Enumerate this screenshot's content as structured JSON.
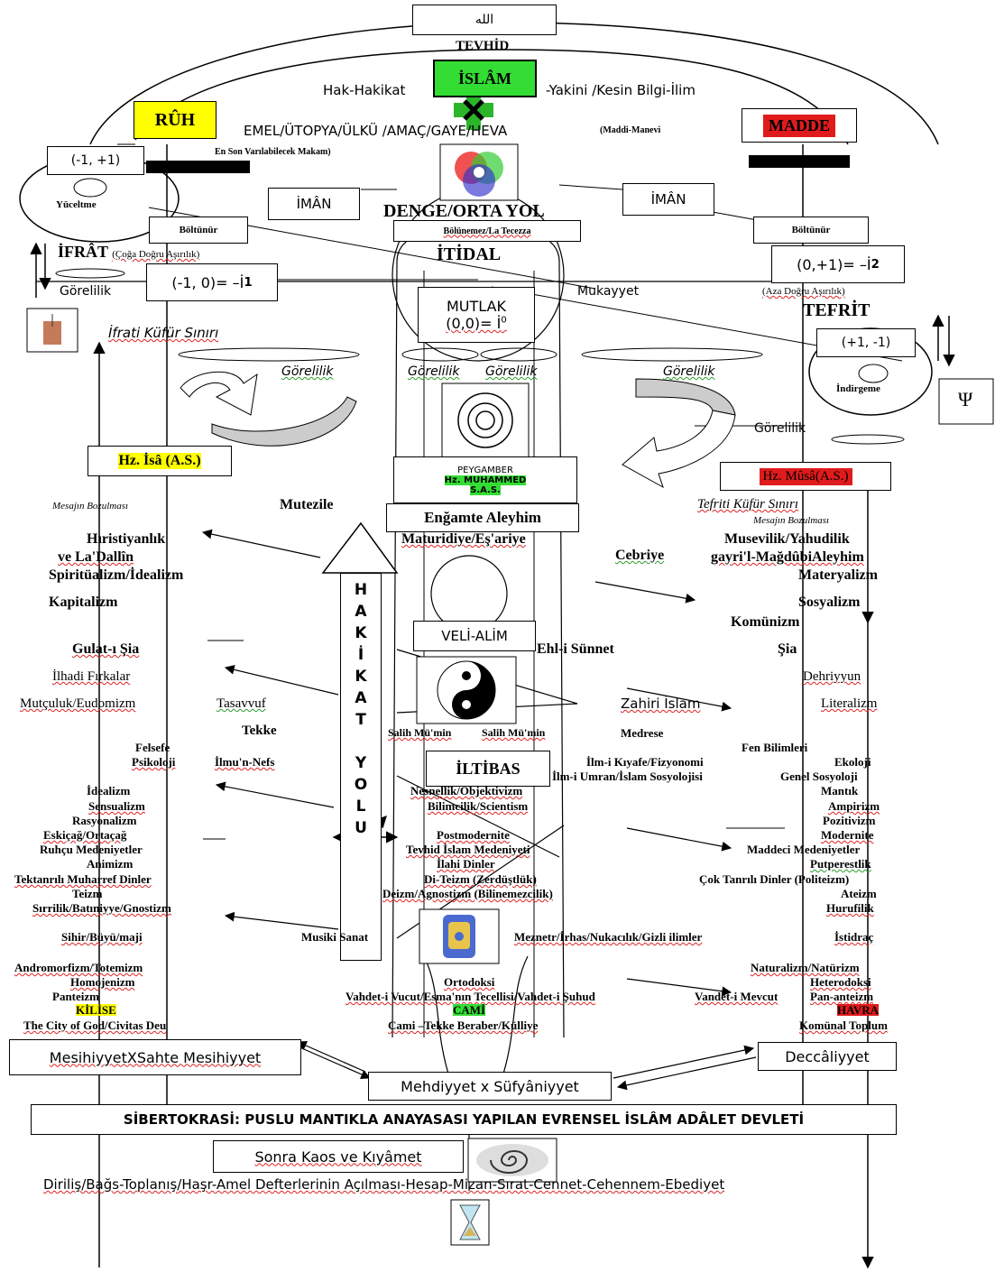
{
  "top": {
    "allah": "الله",
    "tevhid": "TEVHİD",
    "islam": "İSLÂM",
    "hak": "Hak-Hakikat",
    "yakini": "-Yakini /Kesin Bilgi-İlim"
  },
  "ruh": "RÛH",
  "madde": "MADDE",
  "emel": "EMEL/ÜTOPYA/ÜLKÜ /AMAÇ/GAYE/HEVA",
  "maddi_manevi": "(Maddi-Manevi",
  "en_son": "En Son Varılabilecek Makam)",
  "left_pair": "(-1, +1)",
  "yuceltme": "Yüceltme",
  "iman_left": "İMÂN",
  "iman_right": "İMÂN",
  "denge": "DENGE/ORTA YOL",
  "bolunemez": "Bölünemez/La Tecezza",
  "itidal": "İTİDAL",
  "boltunur_left": "Böltünür",
  "boltunur_right": "Böltünür",
  "ifrat": "İFRÂT",
  "ifrat_sub": "(Çoğa Doğru Aşırılık)",
  "left_i1": "(-1, 0)= –İ",
  "sub1": "1",
  "gorelilik_left": "Görelilik",
  "right_i2": "(0,+1)= –İ",
  "sub2": "2",
  "aza": "(Aza Doğru Aşırılık)",
  "tefrit": "TEFRİT",
  "mukayyet": "Mukayyet",
  "mutlak": "MUTLAK",
  "mutlak_val": "(0,0)= İ",
  "sup0": "0",
  "right_pair": "(+1, -1)",
  "indirgeme": "İndirgeme",
  "ifrati_kufur": "İfrati Küfür Sınırı",
  "gorelilik_row": [
    "Görelilik",
    "Görelilik",
    "Görelilik",
    "Görelilik"
  ],
  "gorelilik_right2": "Görelilik",
  "peygamber": "PEYGAMBER",
  "muhammed": "Hz. MUHAMMED",
  "sas": "S.A.S.",
  "isa": "Hz. İsâ (A.S.)",
  "musa": "Hz. Mûsâ(A.S.)",
  "mesajin_left": "Mesajın Bozulması",
  "mesajin_right": "Mesajın Bozulması",
  "tefriti_kufur": "Tefriti Küfür Sınırı",
  "mutezile": "Mutezile",
  "engamte": "Enğamte Aleyhim",
  "maturidiye": "Maturidiye/Eş'ariye",
  "cebriye": "Cebriye",
  "hakikat_letters": [
    "H",
    "A",
    "K",
    "İ",
    "K",
    "A",
    "T",
    "",
    "Y",
    "O",
    "L",
    "U"
  ],
  "left_col": {
    "hiristiyanlik": "Hıristiyanlık",
    "vela": "ve La'Dallîn",
    "spirit": "Spiritüalizm/İdealizm",
    "kapital": "Kapitalizm",
    "gulat": "Gulat-ı Şia",
    "ilhadi": "İlhadi Fırkalar",
    "mutculuk": "Mutçuluk/Eudomizm",
    "tasavvuf": "Tasavvuf",
    "tekke": "Tekke",
    "felsefe": "Felsefe",
    "psikoloji": "Psikoloji",
    "ilmun": "İlmu'n-Nefs",
    "idealizm": "İdealizm",
    "sensualizm": "Sensualizm",
    "rasyonalizm": "Rasyonalizm",
    "eskicag": "Eskiçağ/Ortaçağ",
    "ruhcu": "Ruhçu Medeniyetler",
    "animizm": "Animizm",
    "tektanrili": "Tektanrılı Muharref Dinler",
    "teizm": "Teizm",
    "sirrilik": "Sırrilik/Batıniyye/Gnostizm",
    "sihir": "Sihir/Büyü/maji",
    "musiki": "Musiki Sanat",
    "andromorf": "Andromorfizm/Totemizm",
    "homojen": "Homojenizm",
    "panteizm": "Panteizm",
    "kilise": "KİLİSE",
    "city": "The City of God/Civitas Deu"
  },
  "right_col": {
    "musevilik": "Musevilik/Yahudilik",
    "gayri": "gayri'l-MağdûbiAleyhim",
    "materyal": "Materyalizm",
    "sosyal": "Sosyalizm",
    "komunizm": "Komünizm",
    "sia": "Şia",
    "dehriyyun": "Dehriyyun",
    "zahiri": "Zahiri İslam",
    "literalizm": "Literalizm",
    "medrese": "Medrese",
    "fen": "Fen Bilimleri",
    "ilmi": "İlm-i Kıyafe/Fizyonomi",
    "ekoloji": "Ekoloji",
    "umran": "İlm-i Umran/İslam Sosyolojisi",
    "genel": "Genel Sosyoloji",
    "mantik": "Mantık",
    "ampirizm": "Ampirizm",
    "pozitivizm": "Pozitivizm",
    "modernite": "Modernite",
    "maddeci": "Maddeci Medeniyetler",
    "putperest": "Putperestlik",
    "coktanri": "Çok Tanrılı Dinler (Politeizm)",
    "ateizm": "Ateizm",
    "hurufilik": "Hurufilik",
    "istidrac": "İstidraç",
    "natural": "Naturalizm/Natürizm",
    "hetero": "Heterodoksi",
    "pan": "Pan-anteizm",
    "havra": "HAVRA",
    "komunal": "Komünal Toplum"
  },
  "center_col": {
    "veli": "VELİ-ALİM",
    "ehli": "Ehl-i Sünnet",
    "salih1": "Salih Mü'min",
    "salih2": "Salih Mü'min",
    "iltibas": "İLTİBAS",
    "nesnel": "Nesnellik/Objektivizm",
    "bilimcilik": "Bilimcilik/Scientism",
    "postmod": "Postmodernite",
    "tevhid_med": "Tevhid İslam Medeniyeti",
    "ilahi": "İlahi Dinler",
    "diteizm": "Di-Teizm (Zerdüştlük)",
    "deizm": "Deizm/Agnostizm (Bilinemezcilik)",
    "meznet": "Meznetr/İrhas/Nukacılık/Gizli ilimler",
    "ortodoksi": "Ortodoksi",
    "vahdet": "Vahdet-i Vucut/Esma'nın Tecellisi/Vahdet-i Şuhud",
    "vandet": "Vandet-i Mevcut",
    "cami": "CAMİ",
    "camitekke": "Cami –Tekke Beraber/Külliye"
  },
  "bottom": {
    "mesihiyyet": "MesihiyyetXSahte Mesihiyyet",
    "deccal": "Deccâliyyet",
    "mehdiyyet": "Mehdiyyet x Süfyâniyyet",
    "sibertokrasi": "SİBERTOKRASİ: PUSLU MANTIKLA ANAYASASI YAPILAN EVRENSEL İSLÂM ADÂLET DEVLETİ",
    "sonra": "Sonra Kaos ve Kıyâmet",
    "dirilis": "Diriliş/Bağs-Toplanış/Haşr-Amel Defterlerinin Açılması-Hesap-Mizan-Sırat-Cennet-Cehennem-Ebediyet"
  },
  "psi": "Ψ"
}
